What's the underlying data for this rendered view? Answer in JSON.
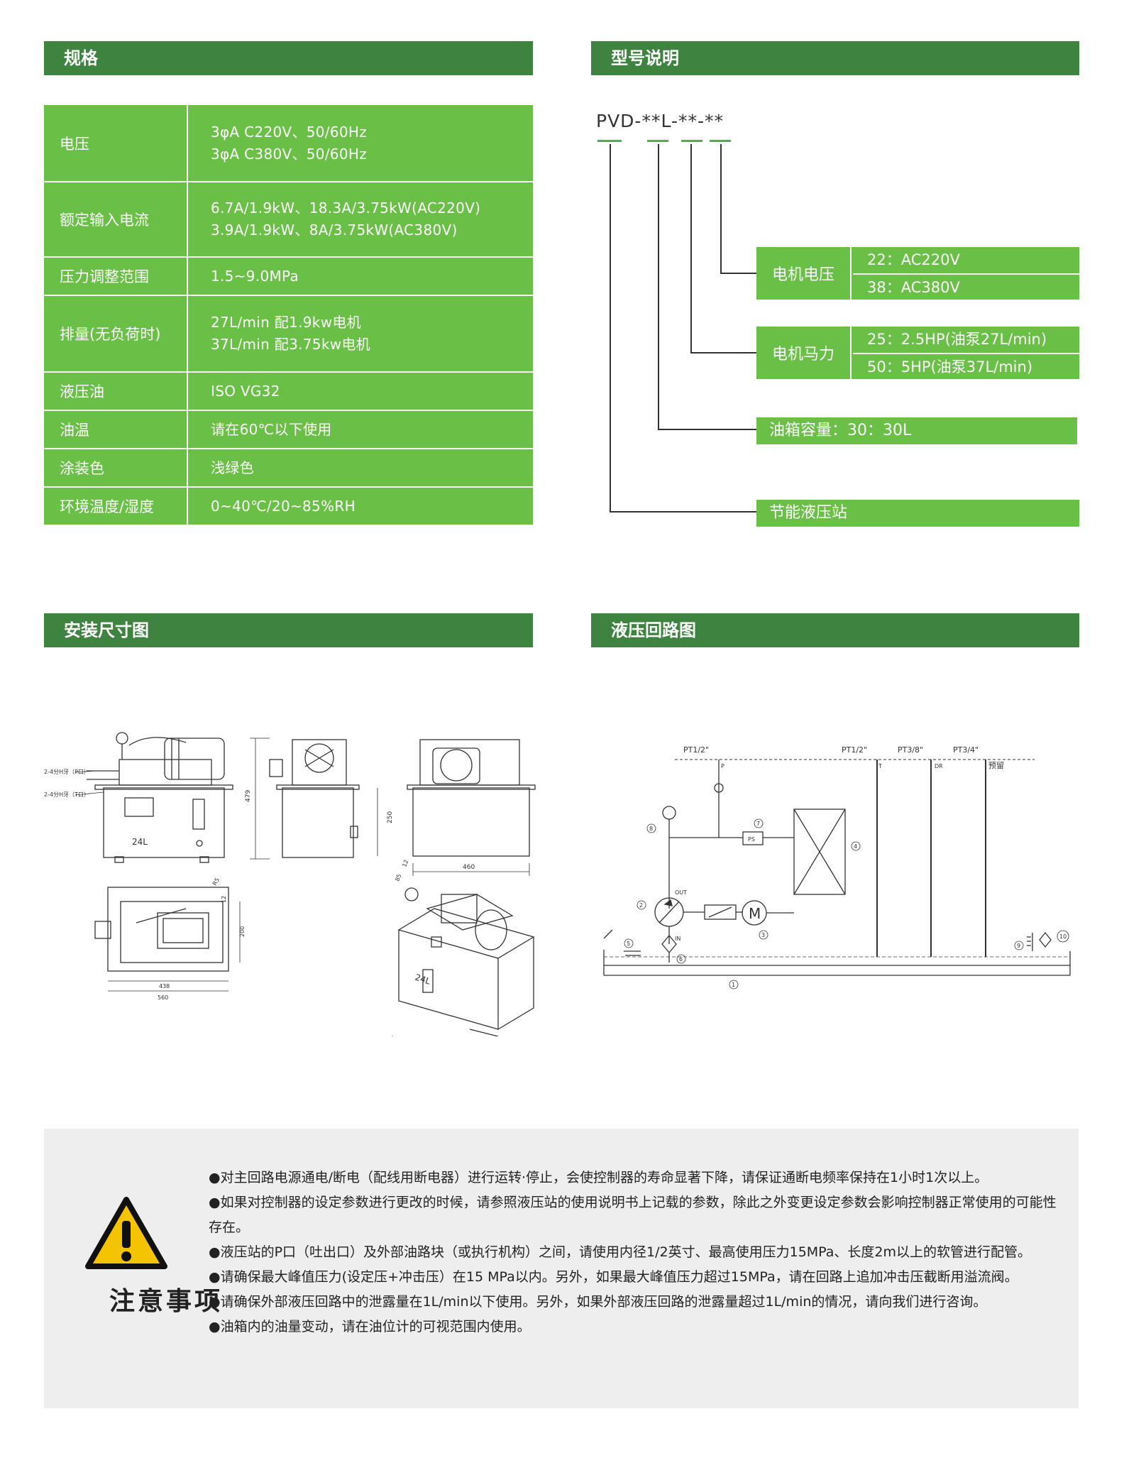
{
  "sections": {
    "spec": "规格",
    "model": "型号说明",
    "install": "安装尺寸图",
    "circuit": "液压回路图"
  },
  "spec_table": [
    {
      "label": "电压",
      "lines": [
        "3φA C220V、50/60Hz",
        "3φA C380V、50/60Hz"
      ]
    },
    {
      "label": "额定输入电流",
      "lines": [
        "6.7A/1.9kW、18.3A/3.75kW(AC220V)",
        "3.9A/1.9kW、8A/3.75kW(AC380V)"
      ]
    },
    {
      "label": "压力调整范围",
      "lines": [
        "1.5~9.0MPa"
      ]
    },
    {
      "label": "排量(无负荷时)",
      "lines": [
        "27L/min 配1.9kw电机",
        "37L/min 配3.75kw电机"
      ]
    },
    {
      "label": "液压油",
      "lines": [
        "ISO VG32"
      ]
    },
    {
      "label": "油温",
      "lines": [
        "请在60℃以下使用"
      ]
    },
    {
      "label": "涂装色",
      "lines": [
        "浅绿色"
      ]
    },
    {
      "label": "环境温度/湿度",
      "lines": [
        "0~40℃/20~85%RH"
      ]
    }
  ],
  "model": {
    "code": "PVD-**L-**-**",
    "motor_voltage": {
      "label": "电机电压",
      "options": [
        "22：AC220V",
        "38：AC380V"
      ]
    },
    "motor_power": {
      "label": "电机马力",
      "options": [
        "25：2.5HP(油泵27L/min)",
        "50：5HP(油泵37L/min)"
      ]
    },
    "tank": "油箱容量：30：30L",
    "series": "节能液压站"
  },
  "install_drawing": {
    "port_p": "2-4分H牙（P口）",
    "port_t": "2-4分H牙（T口）",
    "tank_mark": "24L",
    "dim_height": "479",
    "dim_250": "250",
    "dim_460": "460",
    "dim_12": "12",
    "dim_r5": "R5",
    "dim_12b": "12",
    "dim_200": "200",
    "dim_438": "438",
    "dim_560": "560",
    "dim_85": "85"
  },
  "circuit_drawing": {
    "p1": "PT1/2\"",
    "p2": "PT1/2\"",
    "p3": "PT3/8\"",
    "p4": "PT3/4\"",
    "tag_p": "P",
    "tag_t": "T",
    "tag_dr": "DR",
    "reserve": "预留",
    "out": "OUT",
    "in": "IN",
    "ps": "PS",
    "motor": "M",
    "n1": "1",
    "n2": "2",
    "n3": "3",
    "n4": "4",
    "n5": "5",
    "n6": "6",
    "n7": "7",
    "n8": "8",
    "n9": "9",
    "n10": "10"
  },
  "notes": {
    "title": "注意事项",
    "items": [
      "●对主回路电源通电/断电（配线用断电器）进行运转·停止，会使控制器的寿命显著下降，请保证通断电频率保持在1小时1次以上。",
      "●如果对控制器的设定参数进行更改的时候，请参照液压站的使用说明书上记载的参数，除此之外变更设定参数会影响控制器正常使用的可能性存在。",
      "●液压站的P口（吐出口）及外部油路块（或执行机构）之间，请使用内径1/2英寸、最高使用压力15MPa、长度2m以上的软管进行配管。",
      "●请确保最大峰值压力(设定压+冲击压）在15 MPa以内。另外，如果最大峰值压力超过15MPa，请在回路上追加冲击压截断用溢流阀。",
      "●请确保外部液压回路中的泄露量在1L/min以下使用。另外，如果外部液压回路的泄露量超过1L/min的情况，请向我们进行咨询。",
      "●油箱内的油量变动，请在油位计的可视范围内使用。"
    ]
  },
  "colors": {
    "header": "#3f8341",
    "table": "#6abf46",
    "notes_bg": "#eeeeee",
    "warning": "#f5c400"
  }
}
